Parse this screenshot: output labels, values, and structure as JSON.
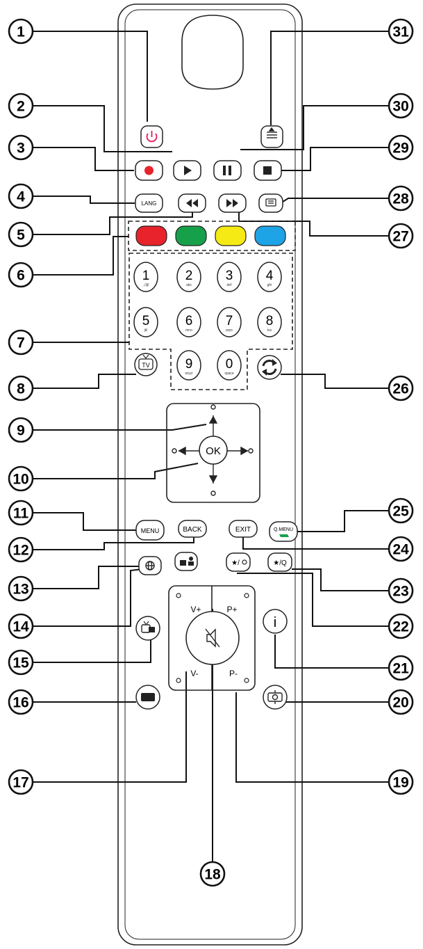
{
  "callouts": [
    "1",
    "2",
    "3",
    "4",
    "5",
    "6",
    "7",
    "8",
    "9",
    "10",
    "11",
    "12",
    "13",
    "14",
    "15",
    "16",
    "17",
    "18",
    "19",
    "20",
    "21",
    "22",
    "23",
    "24",
    "25",
    "26",
    "27",
    "28",
    "29",
    "30",
    "31"
  ],
  "buttons": {
    "lang": "LANG",
    "tv": "TV",
    "ok": "OK",
    "menu": "MENU",
    "back": "BACK",
    "exit": "EXIT",
    "qmenu": "Q.MENU",
    "vol_up": "V+",
    "vol_down": "V-",
    "prog_up": "P+",
    "prog_down": "P-",
    "info": "i",
    "fav_star": "★/",
    "fav_search": "★/Q"
  },
  "keypad": [
    {
      "digit": "1",
      "sub": ".,/@"
    },
    {
      "digit": "2",
      "sub": "abc"
    },
    {
      "digit": "3",
      "sub": "def"
    },
    {
      "digit": "4",
      "sub": "ghi"
    },
    {
      "digit": "5",
      "sub": "jkl"
    },
    {
      "digit": "6",
      "sub": "mno"
    },
    {
      "digit": "7",
      "sub": "pqrs"
    },
    {
      "digit": "8",
      "sub": "tuv"
    },
    {
      "digit": "9",
      "sub": "wxyz"
    },
    {
      "digit": "0",
      "sub": "space"
    }
  ],
  "colors": {
    "red": "#e8232b",
    "green": "#17a04a",
    "yellow": "#f5ea14",
    "blue": "#1ea3e6",
    "power": "#e11b5a",
    "record": "#e8232b",
    "outline": "#222222"
  },
  "icons": [
    "power-icon",
    "play-icon",
    "record-icon",
    "pause-icon",
    "stop-icon",
    "rewind-icon",
    "fast-forward-icon",
    "subtitle-icon",
    "text-icon",
    "swap-icon",
    "media-icon",
    "source-icon",
    "screen-mode-icon",
    "mute-icon",
    "picture-mode-icon",
    "internet-icon"
  ]
}
